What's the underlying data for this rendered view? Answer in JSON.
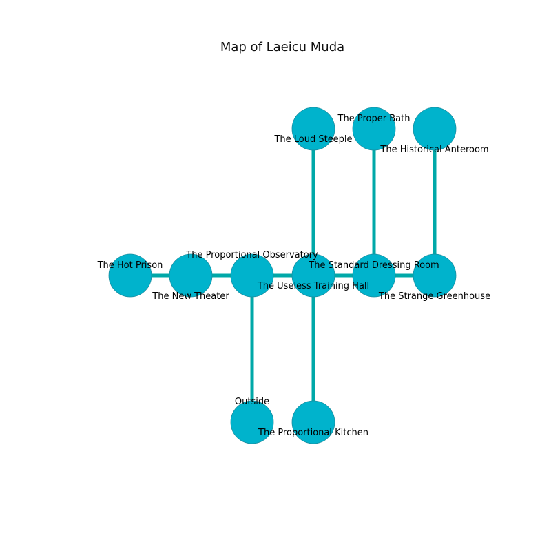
{
  "title": "Map of Laeicu Muda",
  "colors": {
    "node_fill": "#00b3cc",
    "node_stroke": "#1a8ea0",
    "edge": "#00a8a8",
    "text": "#000000"
  },
  "rooms": [
    {
      "id": "hot-prison",
      "name": "The Hot Prison"
    },
    {
      "id": "new-theater",
      "name": "The New Theater"
    },
    {
      "id": "proportional-observatory",
      "name": "The Proportional Observatory"
    },
    {
      "id": "useless-training-hall",
      "name": "The Useless Training Hall"
    },
    {
      "id": "standard-dressing-room",
      "name": "The Standard Dressing Room"
    },
    {
      "id": "strange-greenhouse",
      "name": "The Strange Greenhouse"
    },
    {
      "id": "loud-steeple",
      "name": "The Loud Steeple"
    },
    {
      "id": "proper-bath",
      "name": "The Proper Bath"
    },
    {
      "id": "historical-anteroom",
      "name": "The Historical Anteroom"
    },
    {
      "id": "outside",
      "name": "Outside"
    },
    {
      "id": "proportional-kitchen",
      "name": "The Proportional Kitchen"
    }
  ],
  "connections": [
    [
      "hot-prison",
      "new-theater"
    ],
    [
      "new-theater",
      "proportional-observatory"
    ],
    [
      "proportional-observatory",
      "useless-training-hall"
    ],
    [
      "useless-training-hall",
      "standard-dressing-room"
    ],
    [
      "standard-dressing-room",
      "strange-greenhouse"
    ],
    [
      "useless-training-hall",
      "loud-steeple"
    ],
    [
      "standard-dressing-room",
      "proper-bath"
    ],
    [
      "strange-greenhouse",
      "historical-anteroom"
    ],
    [
      "proportional-observatory",
      "outside"
    ],
    [
      "useless-training-hall",
      "proportional-kitchen"
    ]
  ]
}
